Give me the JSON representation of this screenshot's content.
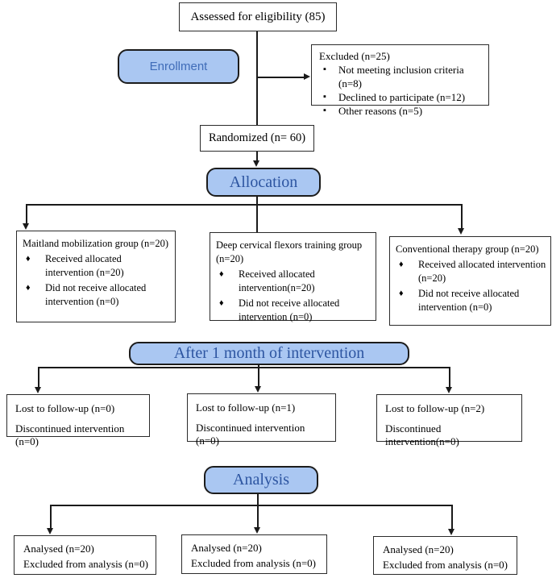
{
  "diagram_title": "CONSORT participant flow diagram",
  "colors": {
    "stage_fill": "#aac7f2",
    "stage_border": "#1c1c1c",
    "stage_text_serif": "#2d55a1",
    "enrollment_text": "#3f6cb8",
    "box_border": "#2b2b2b",
    "connector": "#1a1a1a",
    "background": "#ffffff"
  },
  "icons": {
    "diamond_bullet": "♦",
    "square_bullet": "▪"
  },
  "stages": {
    "enrollment": "Enrollment",
    "allocation": "Allocation",
    "followup": "After 1 month of intervention",
    "analysis": "Analysis"
  },
  "assessed": {
    "text": "Assessed for eligibility (85)"
  },
  "excluded": {
    "title": "Excluded (n=25)",
    "items": [
      "Not meeting inclusion criteria (n=8)",
      "Declined to participate (n=12)",
      "Other reasons (n=5)"
    ]
  },
  "randomized": {
    "text": "Randomized (n= 60)"
  },
  "groups": [
    {
      "title": "Maitland mobilization group (n=20)",
      "items": [
        "Received allocated intervention (n=20)",
        "Did not receive allocated intervention (n=0)"
      ]
    },
    {
      "title": "Deep cervical flexors training group (n=20)",
      "items": [
        "Received allocated intervention(n=20)",
        "Did not receive allocated intervention (n=0)"
      ]
    },
    {
      "title": "Conventional therapy group (n=20)",
      "items": [
        "Received allocated intervention (n=20)",
        "Did not receive allocated intervention (n=0)"
      ]
    }
  ],
  "followup": [
    {
      "lines": [
        "Lost to follow-up (n=0)",
        "Discontinued intervention (n=0)"
      ]
    },
    {
      "lines": [
        "Lost to follow-up (n=1)",
        "Discontinued intervention (n=0)"
      ]
    },
    {
      "lines": [
        "Lost to follow-up (n=2)",
        "Discontinued intervention(n=0)"
      ]
    }
  ],
  "analysis": [
    {
      "lines": [
        "Analysed (n=20)",
        "Excluded from analysis (n=0)"
      ]
    },
    {
      "lines": [
        "Analysed (n=20)",
        "Excluded from analysis (n=0)"
      ]
    },
    {
      "lines": [
        "Analysed (n=20)",
        "Excluded from analysis (n=0)"
      ]
    }
  ]
}
